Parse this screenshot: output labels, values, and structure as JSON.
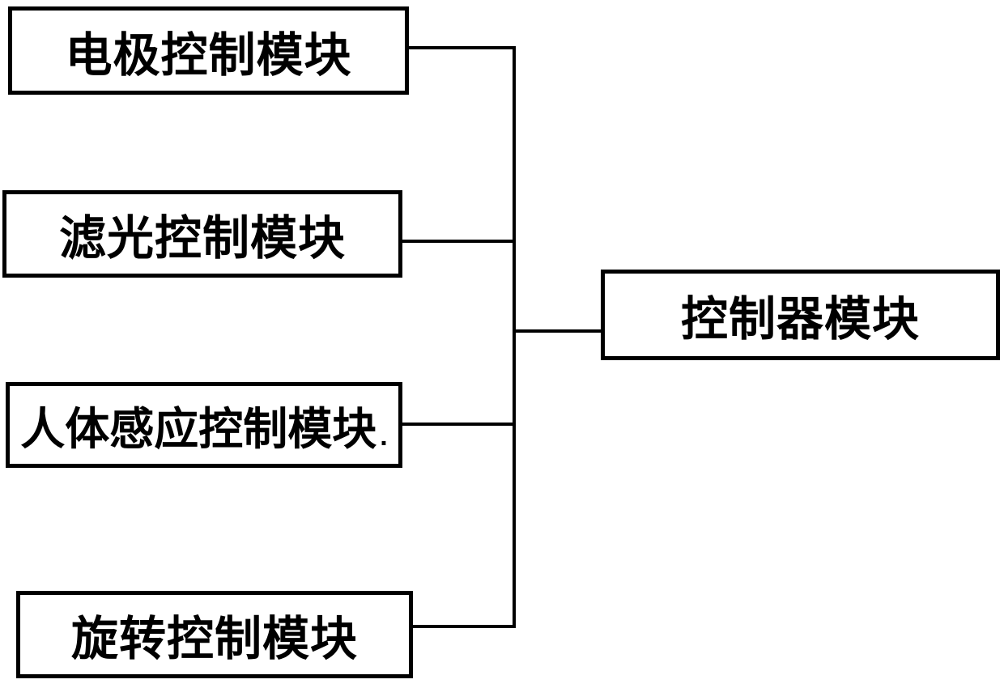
{
  "diagram": {
    "type": "block-diagram",
    "background": "#ffffff",
    "colors": {
      "box_border": "#000000",
      "line": "#000000",
      "text": "#000000",
      "background": "#ffffff"
    },
    "nodes": [
      {
        "id": "electrode-control-module",
        "label": "电极控制模块"
      },
      {
        "id": "filter-control-module",
        "label": "滤光控制模块"
      },
      {
        "id": "body-sensing-control-module",
        "label": "人体感应控制模块",
        "suffix": "."
      },
      {
        "id": "rotation-control-module",
        "label": "旋转控制模块"
      },
      {
        "id": "controller-module",
        "label": "控制器模块"
      }
    ],
    "edges": [
      {
        "from": "电极控制模块",
        "to": "控制器模块"
      },
      {
        "from": "滤光控制模块",
        "to": "控制器模块"
      },
      {
        "from": "人体感应控制模块",
        "to": "控制器模块"
      },
      {
        "from": "旋转控制模块",
        "to": "控制器模块"
      }
    ]
  }
}
